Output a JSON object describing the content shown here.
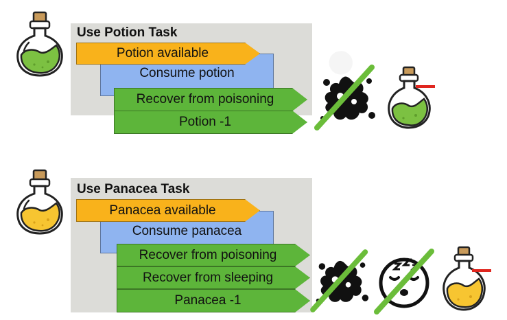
{
  "tasks": [
    {
      "title": "Use Potion Task",
      "condition": "Potion available",
      "action": "Consume potion",
      "effects": [
        "Recover from poisoning",
        "Potion -1"
      ]
    },
    {
      "title": "Use Panacea Task",
      "condition": "Panacea available",
      "action": "Consume panacea",
      "effects": [
        "Recover from poisoning",
        "Recover from sleeping",
        "Panacea -1"
      ]
    }
  ],
  "colors": {
    "panel": "#dcdcd8",
    "condition": "#f9b21b",
    "action": "#8fb4f0",
    "effect": "#5db53a",
    "potion_liquid": "#7cc142",
    "panacea_liquid": "#f7c531",
    "strike": "#6bbd3a",
    "decrement_mark": "#e0261f"
  },
  "icons": {
    "potion_bottle": "potion-bottle-icon",
    "panacea_bottle": "panacea-bottle-icon",
    "poison_splat": "poison-splat-icon",
    "sleep_face": "sleep-face-icon"
  }
}
